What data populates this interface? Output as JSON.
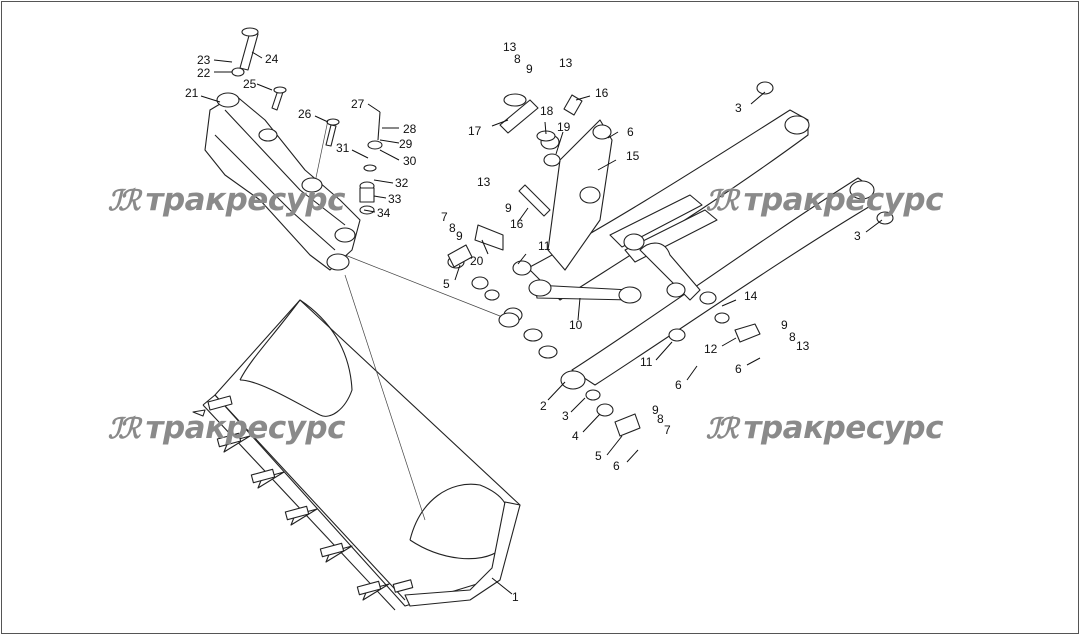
{
  "watermark": {
    "logo": "ℐℛ",
    "text": "тракресурс"
  },
  "callouts": [
    "1",
    "2",
    "3",
    "3",
    "3",
    "4",
    "5",
    "5",
    "6",
    "6",
    "6",
    "6",
    "7",
    "7",
    "8",
    "8",
    "8",
    "8",
    "9",
    "9",
    "9",
    "9",
    "9",
    "10",
    "11",
    "11",
    "12",
    "13",
    "13",
    "13",
    "13",
    "14",
    "15",
    "16",
    "16",
    "17",
    "18",
    "19",
    "20",
    "21",
    "22",
    "23",
    "24",
    "25",
    "26",
    "27",
    "28",
    "29",
    "30",
    "31",
    "32",
    "33",
    "34"
  ]
}
